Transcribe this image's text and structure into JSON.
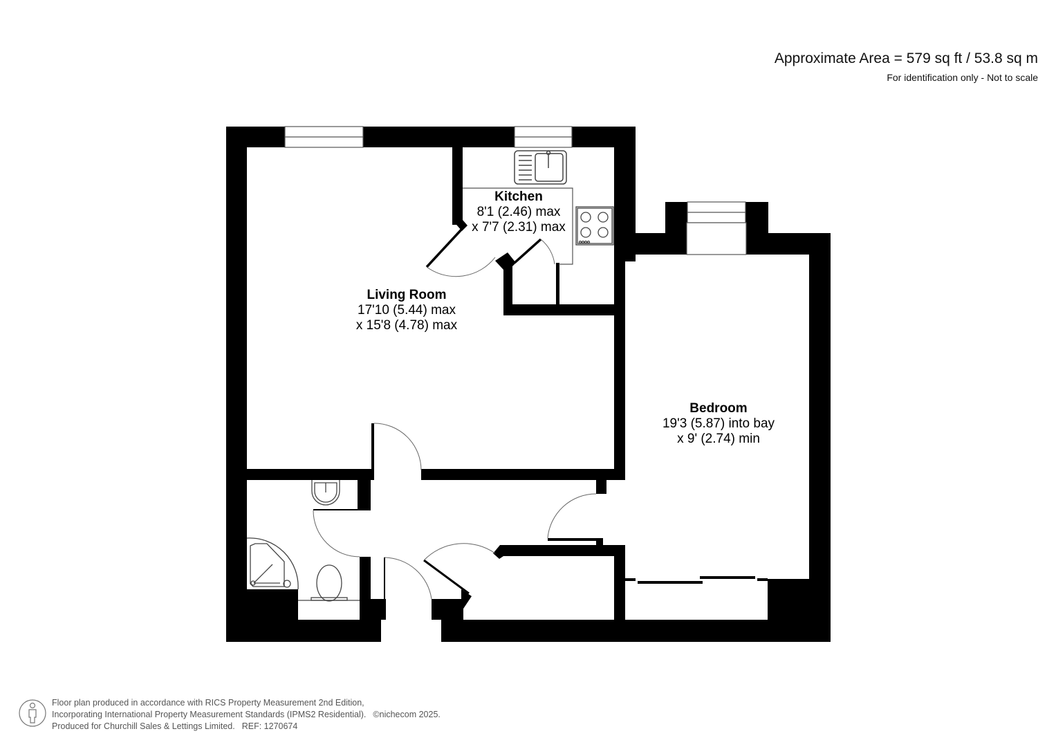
{
  "header": {
    "area": "Approximate Area = 579 sq ft / 53.8 sq m",
    "disclaimer": "For identification only - Not to scale"
  },
  "rooms": {
    "living_room": {
      "name": "Living Room",
      "dim1": "17'10 (5.44) max",
      "dim2": "x 15'8 (4.78) max"
    },
    "kitchen": {
      "name": "Kitchen",
      "dim1": "8'1 (2.46) max",
      "dim2": "x 7'7 (2.31) max"
    },
    "bedroom": {
      "name": "Bedroom",
      "dim1": "19'3 (5.87) into bay",
      "dim2": "x 9' (2.74) min"
    }
  },
  "footer": {
    "line1": "Floor plan produced in accordance with RICS Property Measurement 2nd Edition,",
    "line2": "Incorporating International Property Measurement Standards (IPMS2 Residential).",
    "copyright": "©nichecom 2025.",
    "line3": "Produced for Churchill Sales & Lettings Limited.",
    "ref": "REF: 1270674"
  },
  "colors": {
    "wall": "#000000",
    "background": "#ffffff",
    "fixture_line": "#555555",
    "footer_text": "#555555"
  }
}
